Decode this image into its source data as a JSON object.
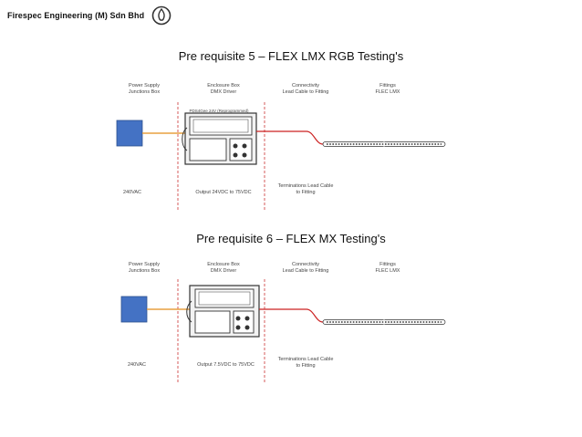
{
  "header": {
    "company": "Firespec Engineering (M) Sdn Bhd",
    "logo_icon": "flame-ring-logo"
  },
  "diagrams": [
    {
      "title": "Pre requisite 5 – FLEX LMX RGB Testing's",
      "col_power": "Power Supply\nJunctions Box",
      "col_enclosure": "Enclosure Box\nDMX Driver",
      "col_connectivity": "Connectivity\nLead Cable to Fitting",
      "col_fittings": "Fittings\nFLEC LMX",
      "driver_label": "PDS4Gee 24V (Reprogrammed)",
      "voltage": "240VAC",
      "output": "Output 24VDC to 75VDC",
      "terminations": "Terminations Lead Cable\nto Fitting"
    },
    {
      "title": "Pre requisite 6 – FLEX MX Testing's",
      "col_power": "Power Supply\nJunctions Box",
      "col_enclosure": "Enclosure Box\nDMX Driver",
      "col_connectivity": "Connectivity\nLead Cable to Fitting",
      "col_fittings": "Fittings\nFLEC LMX",
      "voltage": "240VAC",
      "output": "Output 7.5VDC to 75VDC",
      "terminations": "Terminations Lead Cable\nto Fitting"
    }
  ],
  "colors": {
    "supply_box": "#4472c4",
    "supply_cable": "#e8a040",
    "lead_cable": "#cc2222",
    "divider": "#cc3333"
  }
}
